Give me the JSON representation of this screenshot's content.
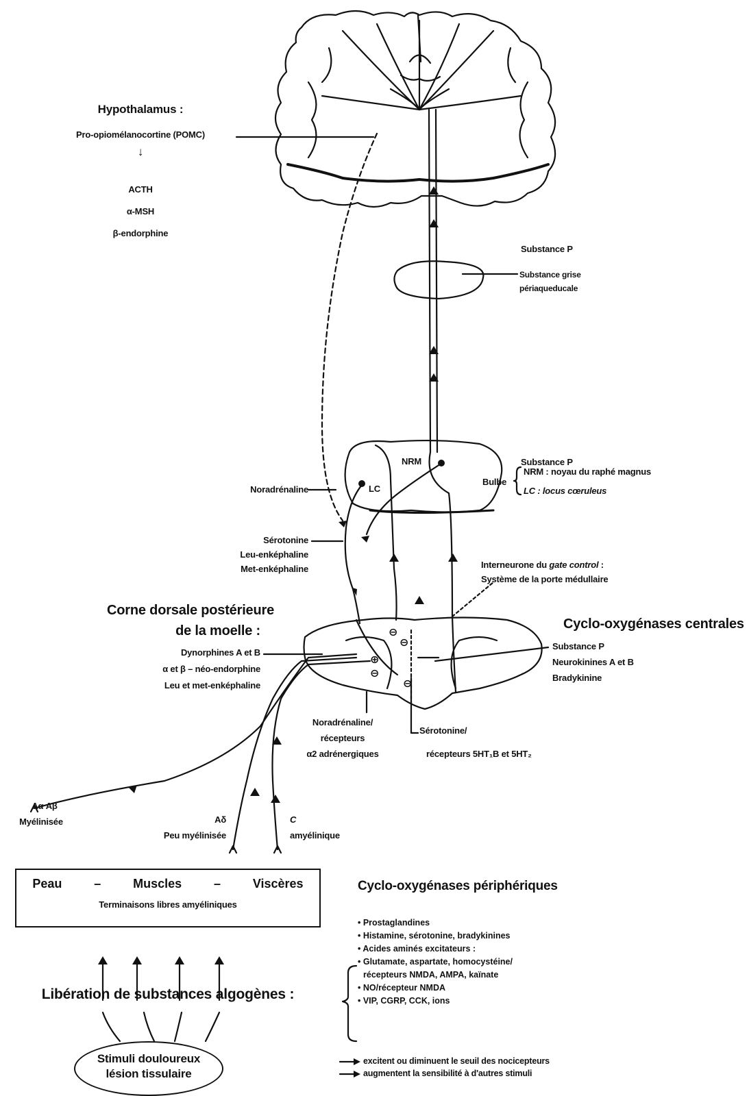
{
  "hypothalamus": {
    "title": "Hypothalamus :",
    "pomc": "Pro-opiomélanocortine (POMC)",
    "products": [
      "ACTH",
      "α-MSH",
      "β-endorphine"
    ]
  },
  "pag": {
    "substance": "Substance P",
    "label_line1": "Substance grise",
    "label_line2": "périaqueducale"
  },
  "bulb": {
    "nrm": "NRM",
    "lc": "LC",
    "substance": "Substance P",
    "bulbe": "Bulbe",
    "nrm_def": "NRM : noyau du raphé magnus",
    "lc_def": "LC : locus cœruleus",
    "noradrenaline": "Noradrénaline",
    "serotonine": "Sérotonine",
    "leu": "Leu-enképhaline",
    "met": "Met-enképhaline"
  },
  "gate": {
    "line1_prefix": "Interneurone du ",
    "line1_italic": "gate control",
    "line1_suffix": " :",
    "line2": "Système de la porte médullaire"
  },
  "dorsal_horn": {
    "title1": "Corne dorsale postérieure",
    "title2": "de la moelle :",
    "items": [
      "Dynorphines A et B",
      "α et β – néo-endorphine",
      "Leu et met-enképhaline"
    ]
  },
  "cox_central": {
    "title": "Cyclo-oxygénases centrales",
    "items": [
      "Substance P",
      "Neurokinines A et B",
      "Bradykinine"
    ]
  },
  "receptors": {
    "nor1": "Noradrénaline/",
    "nor2": "récepteurs",
    "nor3": "α2 adrénergiques",
    "sero1": "Sérotonine/",
    "sero2": "récepteurs 5HT₁B et 5HT₂"
  },
  "fibers": {
    "aa1": "Aα Aβ",
    "aa2": "Myélinisée",
    "ad1": "Aδ",
    "ad2": "Peu myélinisée",
    "c1": "C",
    "c2": "amyélinique"
  },
  "periphery": {
    "peau": "Peau",
    "dash": "–",
    "muscles": "Muscles",
    "visceres": "Viscères",
    "sub": "Terminaisons libres amyéliniques"
  },
  "liberation": "Libération de substances algogènes :",
  "stimuli1": "Stimuli douloureux",
  "stimuli2": "lésion tissulaire",
  "cox_peri": {
    "title": "Cyclo-oxygénases périphériques",
    "items": [
      "• Prostaglandines",
      "• Histamine, sérotonine, bradykinines",
      "• Acides aminés excitateurs :",
      "• Glutamate, aspartate, homocystéine/",
      "  récepteurs NMDA, AMPA, kaïnate",
      "• NO/récepteur NMDA",
      "• VIP, CGRP, CCK, ions"
    ]
  },
  "legend": {
    "l1": "excitent ou diminuent le seuil des nocicepteurs",
    "l2": "augmentent la sensibilité à d'autres stimuli"
  },
  "signs": {
    "minus": "⊖",
    "plus": "⊕"
  }
}
